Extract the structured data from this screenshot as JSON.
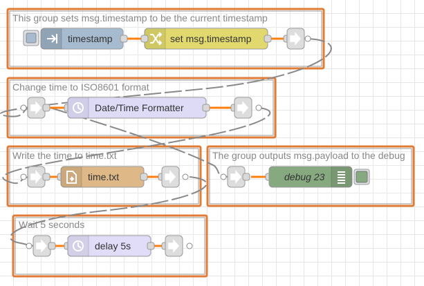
{
  "groups": [
    {
      "label": "This group sets msg.timestamp to be the current timestamp"
    },
    {
      "label": "Change time to ISO8601 format"
    },
    {
      "label": "Write the time to time.txt"
    },
    {
      "label": "The group outputs msg.payload to the debug"
    },
    {
      "label": "Wait 5 seconds"
    }
  ],
  "nodes": {
    "inject": {
      "label": "timestamp",
      "type": "inject",
      "color": "#a6bbcf"
    },
    "change": {
      "label": "set msg.timestamp",
      "type": "change",
      "color": "#e2d96e"
    },
    "formatter": {
      "label": "Date/Time Formatter",
      "type": "function",
      "color": "#dedbf7"
    },
    "file": {
      "label": "time.txt",
      "type": "file",
      "color": "#deb887"
    },
    "debug": {
      "label": "debug 23",
      "type": "debug",
      "color": "#87a980"
    },
    "delay": {
      "label": "delay 5s",
      "type": "delay",
      "color": "#e1dcf7"
    }
  },
  "colors": {
    "group_border": "#e07c36",
    "group_border_inner": "#999999",
    "wire": "#ff7f0e",
    "link_wire": "#888888"
  },
  "icons": {
    "inject": "arrow-in-icon",
    "change": "shuffle-icon",
    "formatter": "clock-icon",
    "file": "file-icon",
    "debug": "list-icon",
    "delay": "clock-icon",
    "link_in": "link-in-icon",
    "link_out": "link-out-icon"
  }
}
